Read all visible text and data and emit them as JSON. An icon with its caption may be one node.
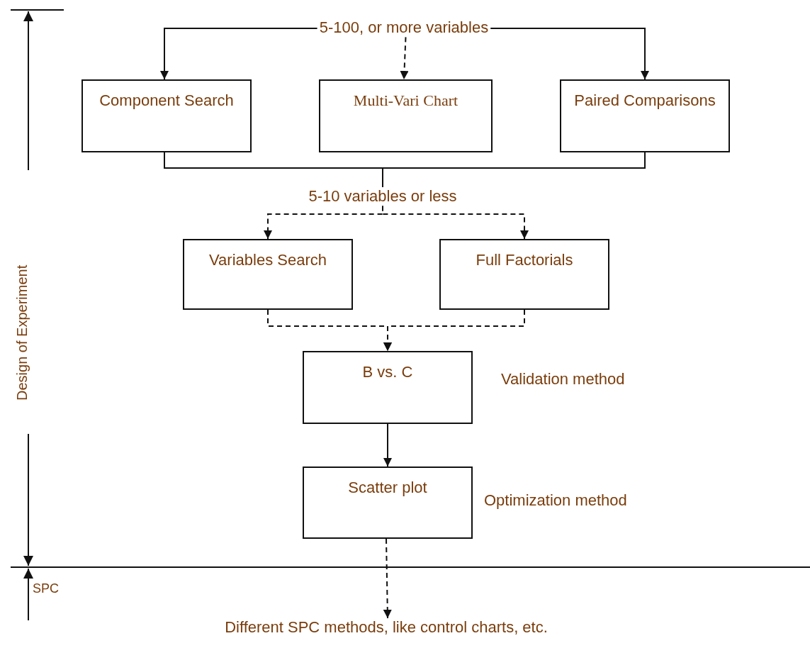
{
  "diagram": {
    "nodes": [
      {
        "text": [
          "5-100, or more variables"
        ]
      },
      {
        "text": [
          "Component Search"
        ]
      },
      {
        "text": [
          "Multi-Vari Chart"
        ]
      },
      {
        "text": [
          "Paired Comparisons"
        ]
      },
      {
        "text": [
          "5-10 variables or less"
        ]
      },
      {
        "text": [
          "Variables Search"
        ]
      },
      {
        "text": [
          "Full Factorials"
        ]
      },
      {
        "text": [
          "B vs. C"
        ],
        "beside": [
          "Validation method"
        ]
      },
      {
        "text": [
          "Scatter plot"
        ],
        "beside": [
          "Optimization method"
        ]
      },
      {
        "text": [
          "Different SPC methods, like control charts, etc."
        ]
      }
    ],
    "edges": [
      {
        "from": 0,
        "to": 1,
        "arrow": "to"
      },
      {
        "from": 0,
        "to": 2,
        "arrow": "to",
        "style": "dashed"
      },
      {
        "from": 0,
        "to": 3,
        "arrow": "to"
      },
      {
        "from": 1,
        "to": 4,
        "arrow": "none"
      },
      {
        "from": 3,
        "to": 4,
        "arrow": "none"
      },
      {
        "from": 4,
        "to": 5,
        "arrow": "to",
        "style": "dashed"
      },
      {
        "from": 4,
        "to": 6,
        "arrow": "to",
        "style": "dashed"
      },
      {
        "from": 5,
        "to": 7,
        "arrow": "to",
        "style": "dashed"
      },
      {
        "from": 6,
        "to": 7,
        "arrow": "to",
        "style": "dashed"
      },
      {
        "from": 7,
        "to": 8,
        "arrow": "to"
      },
      {
        "from": 8,
        "to": 9,
        "arrow": "to",
        "style": "dashed"
      }
    ],
    "labels": [
      "Design of Experiment",
      "SPC"
    ]
  }
}
